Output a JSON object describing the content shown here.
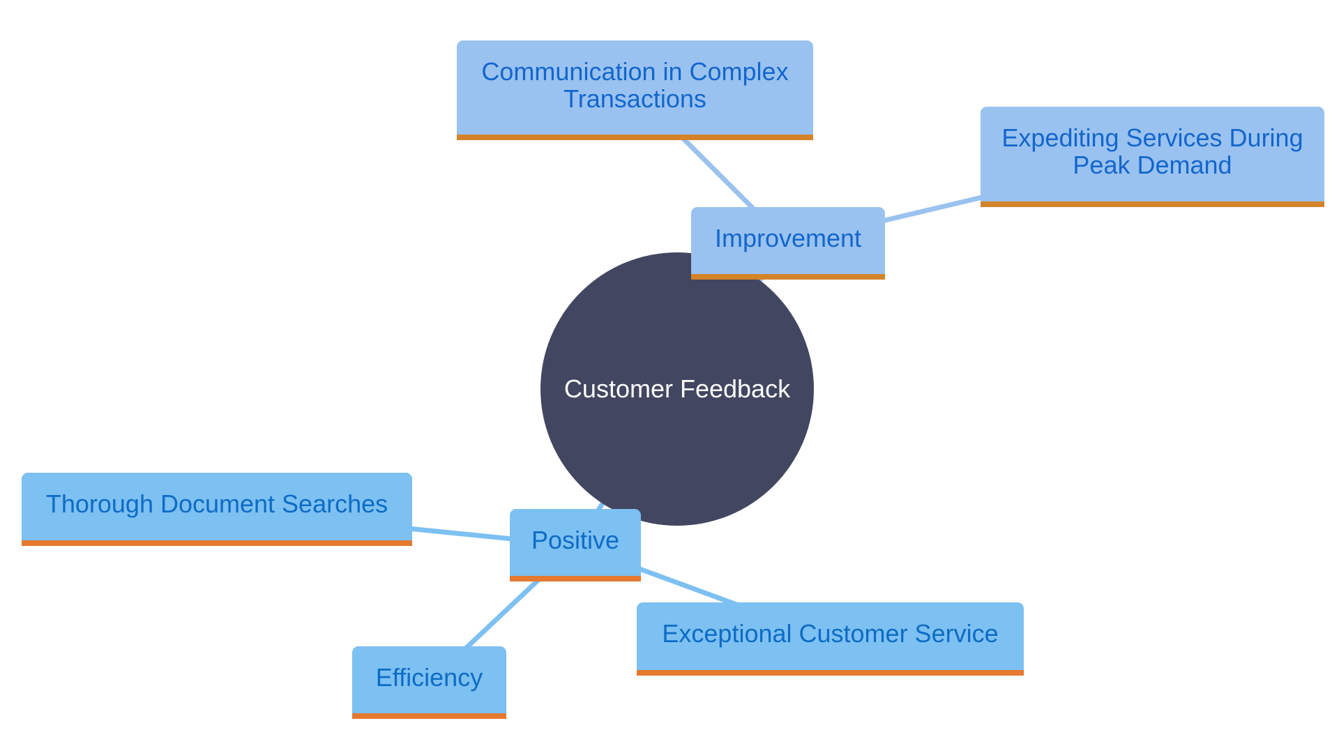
{
  "diagram": {
    "type": "mindmap",
    "root": {
      "label": "Customer Feedback",
      "color": "#424660"
    },
    "branches": [
      {
        "id": "imp",
        "label": "Improvement",
        "fill": "#9ac2f0",
        "text_color": "#1366cc",
        "underline_color": "#d4832a",
        "children": [
          {
            "id": "comm",
            "label": "Communication in Complex Transactions"
          },
          {
            "id": "exp",
            "label": "Expediting Services During Peak Demand"
          }
        ]
      },
      {
        "id": "pos",
        "label": "Positive",
        "fill": "#7dc0f2",
        "text_color": "#0d6cc4",
        "underline_color": "#e4792f",
        "children": [
          {
            "id": "thor",
            "label": "Thorough Document Searches"
          },
          {
            "id": "exc",
            "label": "Exceptional Customer Service"
          },
          {
            "id": "eff",
            "label": "Efficiency"
          }
        ]
      }
    ],
    "edges": [
      [
        "root",
        "imp"
      ],
      [
        "imp",
        "comm"
      ],
      [
        "imp",
        "exp"
      ],
      [
        "root",
        "pos"
      ],
      [
        "pos",
        "thor"
      ],
      [
        "pos",
        "exc"
      ],
      [
        "pos",
        "eff"
      ]
    ]
  }
}
